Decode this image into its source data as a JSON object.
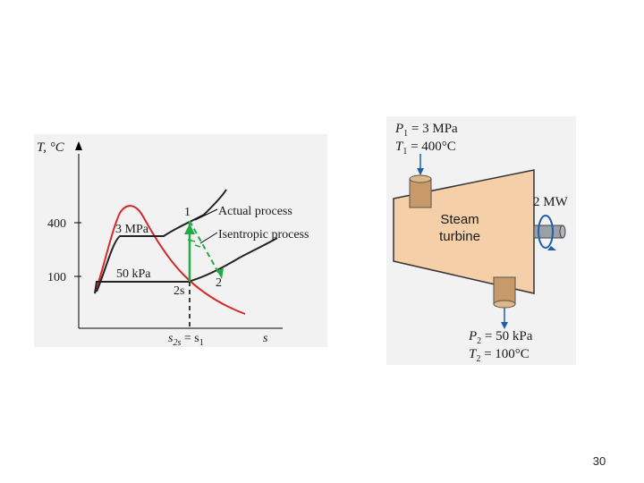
{
  "ts_diagram": {
    "t_axis_label": "T, °C",
    "t_tick_400": "400",
    "t_tick_100": "100",
    "s_axis_label": "s",
    "isobar_high_label": "3 MPa",
    "isobar_low_label": "50 kPa",
    "state1_label": "1",
    "state2_label": "2",
    "state2s_label": "2s",
    "s_eq_left": "s",
    "s_eq_left_sub": "2s",
    "s_eq_mid": " = s",
    "s_eq_right_sub": "1",
    "actual_process_label": "Actual process",
    "isentropic_process_label": "Isentropic process"
  },
  "turbine_diagram": {
    "p1_sym": "P",
    "p1_sub": "1",
    "p1_val": " = 3 MPa",
    "t1_sym": "T",
    "t1_sub": "1",
    "t1_val": " = 400°C",
    "body_line1": "Steam",
    "body_line2": "turbine",
    "power_label": "2 MW",
    "p2_sym": "P",
    "p2_sub": "2",
    "p2_val": " = 50 kPa",
    "t2_sym": "T",
    "t2_sub": "2",
    "t2_val": " = 100°C"
  },
  "colors": {
    "saturation_dome": "#d62828",
    "isentropic_line": "#22aa44",
    "turbine_body": "#f5cfa8",
    "arrow_blue": "#1f5fa8"
  },
  "slide_number": "30"
}
